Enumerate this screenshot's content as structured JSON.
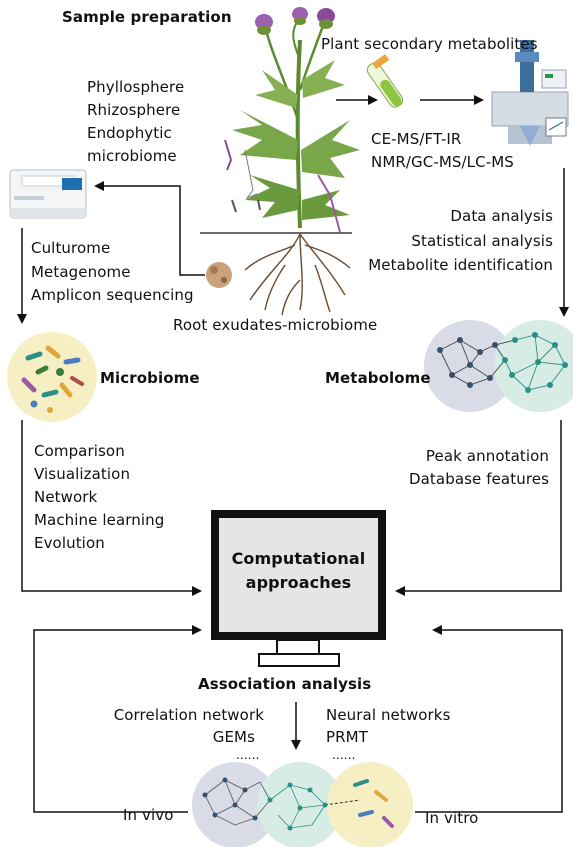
{
  "sample_preparation": {
    "title": "Sample preparation",
    "plant_metabolites_label": "Plant secondary metabolites",
    "microbiome_types": [
      "Phyllosphere",
      "Rhizosphere",
      "Endophytic",
      "microbiome"
    ],
    "instruments": [
      "CE-MS/FT-IR",
      "NMR/GC-MS/LC-MS"
    ],
    "root_label": "Root exudates-microbiome"
  },
  "microbiome_branch": {
    "methods": [
      "Culturome",
      "Metagenome",
      "Amplicon sequencing"
    ],
    "title": "Microbiome",
    "analyses": [
      "Comparison",
      "Visualization",
      "Network",
      "Machine learning",
      "Evolution"
    ]
  },
  "metabolome_branch": {
    "methods": [
      "Data analysis",
      "Statistical analysis",
      "Metabolite identification"
    ],
    "title": "Metabolome",
    "analyses": [
      "Peak annotation",
      "Database features"
    ]
  },
  "computer": {
    "label_line1": "Computational",
    "label_line2": "approaches"
  },
  "association": {
    "title": "Association analysis",
    "left_methods": [
      "Correlation network",
      "GEMs",
      "......"
    ],
    "right_methods": [
      "Neural networks",
      "PRMT",
      "......"
    ],
    "in_vivo": "In vivo",
    "in_vitro": "In vitro"
  },
  "colors": {
    "plant_stem": "#5c8a2e",
    "flower": "#8a4a9a",
    "microbiome_circle": "#f6efc4",
    "metabolome_circle_left": "#d9dbe6",
    "metabolome_circle_right": "#d7ece4",
    "network_node_teal": "#2c8f86",
    "network_node_dark": "#35516b"
  }
}
